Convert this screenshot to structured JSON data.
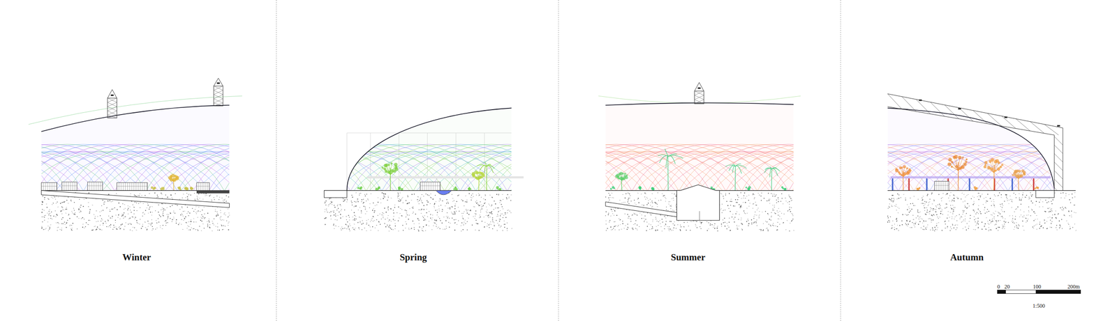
{
  "diagram": {
    "labels": [
      "Winter",
      "Spring",
      "Summer",
      "Autumn",
      "0",
      "20",
      "100",
      "200m",
      "1:500"
    ]
  }
}
